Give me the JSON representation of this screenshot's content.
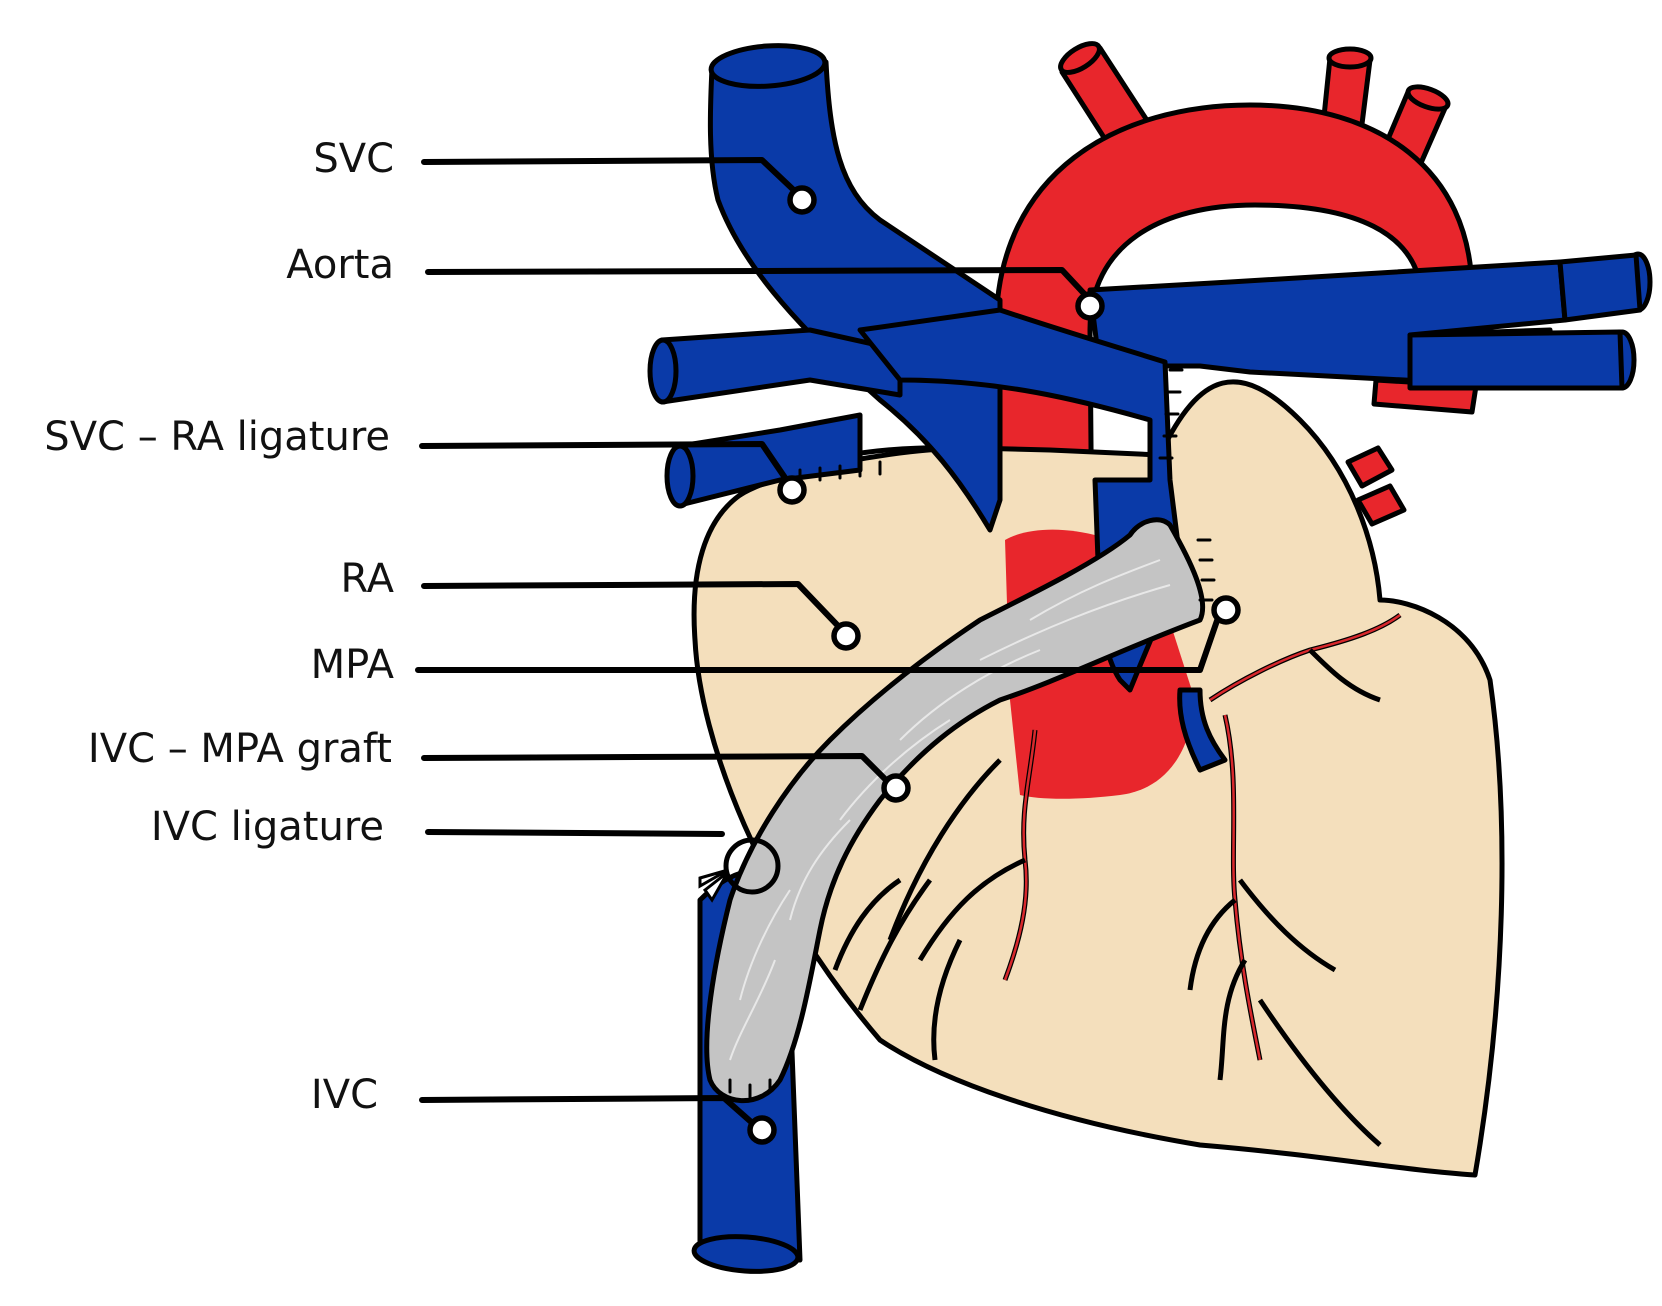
{
  "labels": {
    "svc": "SVC",
    "aorta": "Aorta",
    "svc_ra_ligature": "SVC – RA ligature",
    "ra": "RA",
    "mpa": "MPA",
    "ivc_mpa_graft": "IVC – MPA graft",
    "ivc_ligature": "IVC ligature",
    "ivc": "IVC"
  },
  "colors": {
    "vein_blue": "#0a3aa8",
    "artery_red": "#e8262c",
    "heart_tissue": "#f4dfbc",
    "graft_gray": "#c4c4c4",
    "coronary_red": "#d8282c",
    "outline": "#000000"
  }
}
